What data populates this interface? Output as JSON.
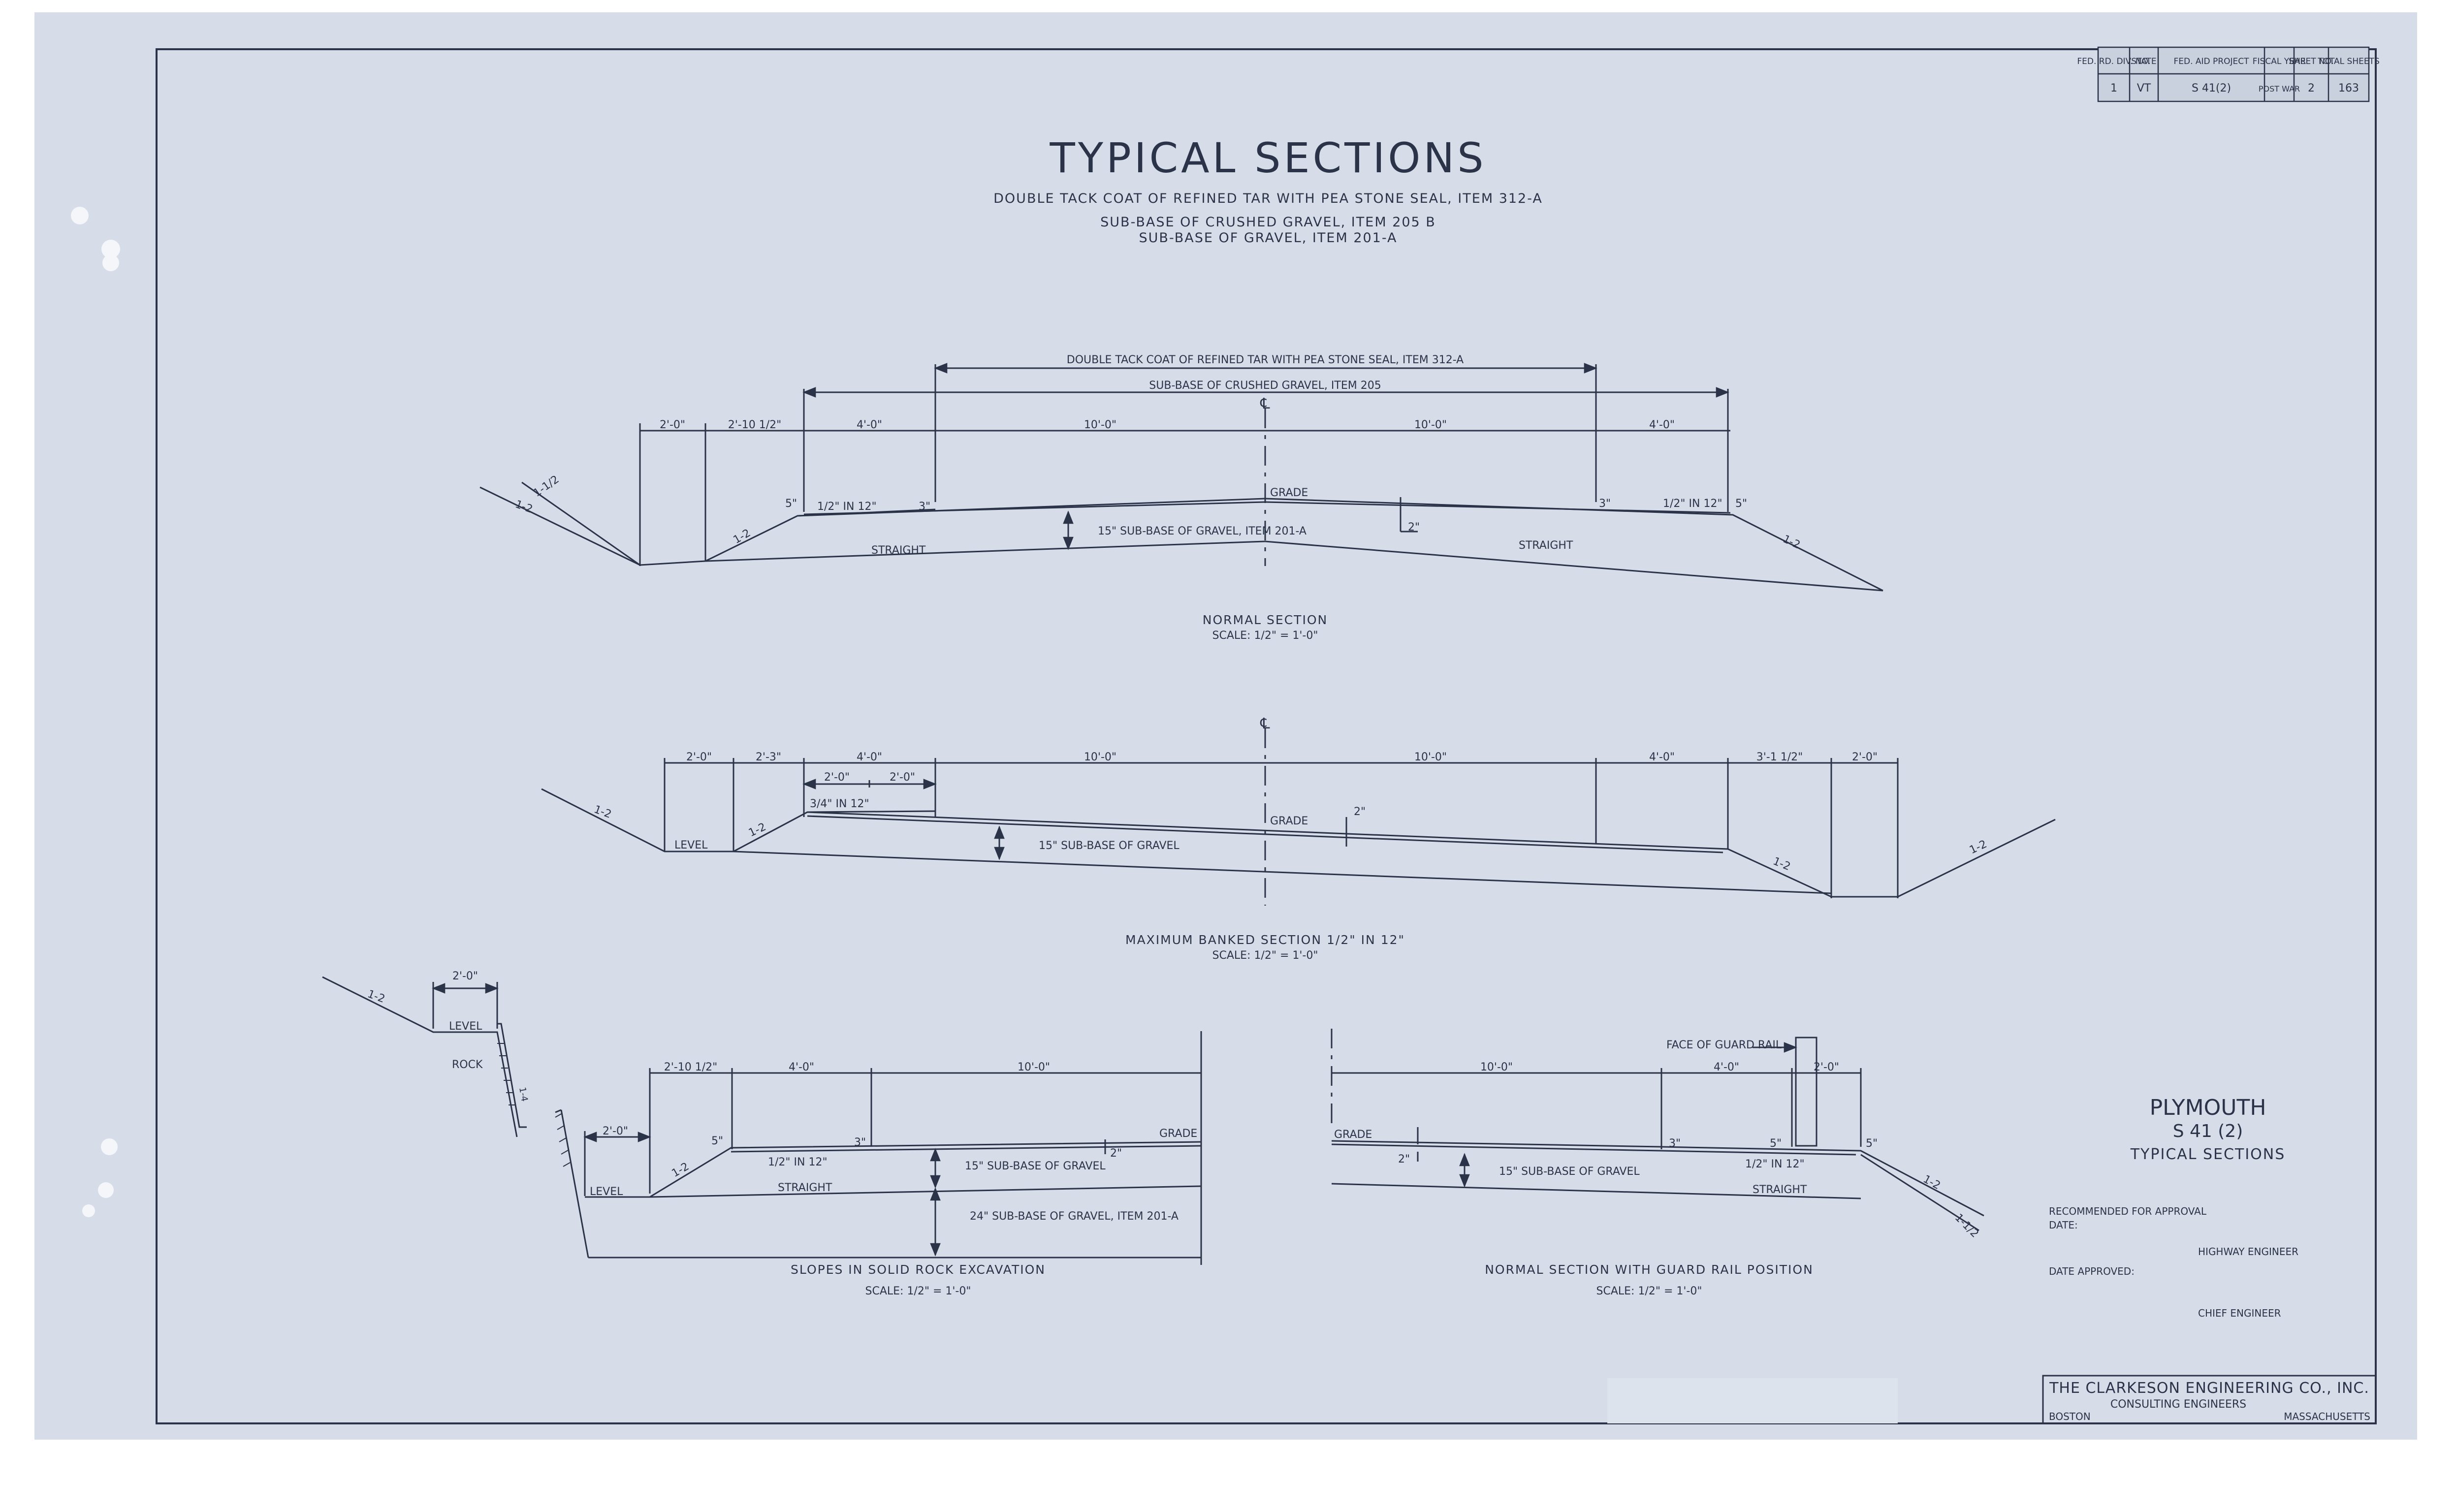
{
  "title_block": {
    "headers": [
      "FED. RD. DIV. NO.",
      "STATE",
      "FED. AID PROJECT",
      "FISCAL YEAR",
      "SHEET NO.",
      "TOTAL SHEETS"
    ],
    "values": [
      "1",
      "VT",
      "S 41(2)",
      "POST WAR",
      "2",
      "163"
    ]
  },
  "title": {
    "main": "TYPICAL SECTIONS",
    "line1": "DOUBLE TACK COAT OF REFINED TAR WITH PEA STONE SEAL, ITEM 312-A",
    "line2": "SUB-BASE OF CRUSHED GRAVEL, ITEM 205 B",
    "line3": "SUB-BASE OF GRAVEL, ITEM 201-A"
  },
  "normal_section": {
    "top_note": "DOUBLE TACK COAT OF REFINED TAR WITH PEA STONE SEAL, ITEM 312-A",
    "sub_note": "SUB-BASE OF CRUSHED GRAVEL, ITEM 205",
    "centerline": "℄",
    "dims": [
      "2'-0\"",
      "2'-10 1/2\"",
      "4'-0\"",
      "10'-0\"",
      "10'-0\"",
      "4'-0\""
    ],
    "slope_left_outer": "1-1/2",
    "slope_left_mid": "1-2",
    "slope_left_inner": "1-2",
    "slope_right": "1-2",
    "five_left": "5\"",
    "five_right": "5\"",
    "three_left": "3\"",
    "three_right": "3\"",
    "crown_left": "1/2\" IN 12\"",
    "crown_right": "1/2\" IN 12\"",
    "grade": "GRADE",
    "subbase": "15\" SUB-BASE OF GRAVEL, ITEM 201-A",
    "two_inch": "2\"",
    "straight_left": "STRAIGHT",
    "straight_right": "STRAIGHT",
    "caption": "NORMAL SECTION",
    "scale": "SCALE: 1/2\" = 1'-0\""
  },
  "banked_section": {
    "centerline": "℄",
    "dims": [
      "2'-0\"",
      "2'-3\"",
      "4'-0\"",
      "10'-0\"",
      "10'-0\"",
      "4'-0\"",
      "3'-1 1/2\"",
      "2'-0\""
    ],
    "sub_dims": [
      "2'-0\"",
      "2'-0\""
    ],
    "slope_left": "1-2",
    "slope_left_inner": "1-2",
    "slope_right_inner": "1-2",
    "slope_right": "1-2",
    "level": "LEVEL",
    "crown": "3/4\" IN 12\"",
    "grade": "GRADE",
    "two_inch": "2\"",
    "subbase": "15\" SUB-BASE OF GRAVEL",
    "caption": "MAXIMUM BANKED SECTION 1/2\" IN 12\"",
    "scale": "SCALE: 1/2\" = 1'-0\""
  },
  "rock_section": {
    "top_dim": "2'-0\"",
    "slope_top": "1-2",
    "level_top": "LEVEL",
    "rock": "ROCK",
    "rock_slope": "1-4",
    "dims": [
      "2'-10 1/2\"",
      "4'-0\"",
      "10'-0\""
    ],
    "ditch_dim": "2'-0\"",
    "five": "5\"",
    "three": "3\"",
    "grade": "GRADE",
    "two_inch": "2\"",
    "slope": "1-2",
    "crown": "1/2\" IN 12\"",
    "level": "LEVEL",
    "straight": "STRAIGHT",
    "subbase15": "15\" SUB-BASE OF GRAVEL",
    "subbase24": "24\" SUB-BASE OF GRAVEL, ITEM 201-A",
    "caption": "SLOPES IN SOLID ROCK EXCAVATION",
    "scale": "SCALE: 1/2\" = 1'-0\""
  },
  "guard_rail_section": {
    "guard_rail": "FACE OF GUARD RAIL",
    "dims": [
      "10'-0\"",
      "4'-0\"",
      "2'-0\""
    ],
    "grade": "GRADE",
    "two_inch": "2\"",
    "subbase": "15\" SUB-BASE OF GRAVEL",
    "three": "3\"",
    "five": "5\"",
    "five_right": "5\"",
    "crown": "1/2\" IN 12\"",
    "straight": "STRAIGHT",
    "slope1": "1-2",
    "slope2": "1-1/2",
    "caption": "NORMAL SECTION WITH GUARD RAIL POSITION",
    "scale": "SCALE: 1/2\" = 1'-0\""
  },
  "project": {
    "town": "PLYMOUTH",
    "number": "S 41 (2)",
    "sheet_title": "TYPICAL SECTIONS",
    "recommended": "RECOMMENDED FOR APPROVAL",
    "date": "DATE:",
    "highway_engineer": "HIGHWAY ENGINEER",
    "date_approved": "DATE APPROVED:",
    "chief_engineer": "CHIEF ENGINEER"
  },
  "firm": {
    "name": "THE CLARKESON ENGINEERING CO., INC.",
    "subtitle": "CONSULTING ENGINEERS",
    "city": "BOSTON",
    "state": "MASSACHUSETTS"
  }
}
